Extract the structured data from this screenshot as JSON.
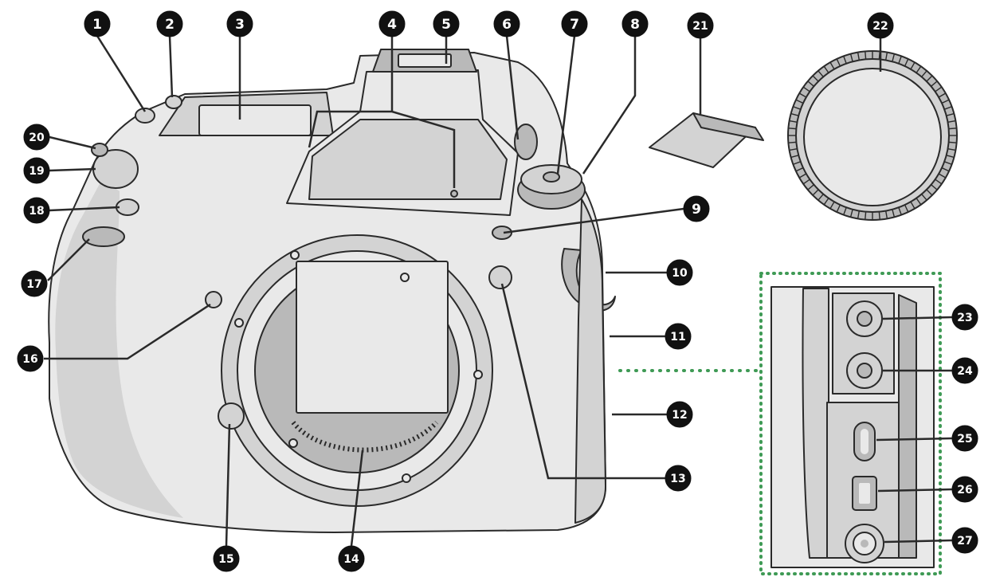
{
  "diagram": {
    "style": {
      "background": "#ffffff",
      "body_fill": "#e9e9e9",
      "body_shade": "#d3d3d3",
      "body_dark": "#b9b9b9",
      "stroke": "#2a2a2a",
      "callout_fill": "#111111",
      "callout_text": "#ffffff",
      "dotted_frame": "#3f9a55"
    },
    "callouts": [
      {
        "label": "1"
      },
      {
        "label": "2"
      },
      {
        "label": "3"
      },
      {
        "label": "4"
      },
      {
        "label": "5"
      },
      {
        "label": "6"
      },
      {
        "label": "7"
      },
      {
        "label": "8"
      },
      {
        "label": "9"
      },
      {
        "label": "10"
      },
      {
        "label": "11"
      },
      {
        "label": "12"
      },
      {
        "label": "13"
      },
      {
        "label": "14"
      },
      {
        "label": "15"
      },
      {
        "label": "16"
      },
      {
        "label": "17"
      },
      {
        "label": "18"
      },
      {
        "label": "19"
      },
      {
        "label": "20"
      },
      {
        "label": "21"
      },
      {
        "label": "22"
      },
      {
        "label": "23"
      },
      {
        "label": "24"
      },
      {
        "label": "25"
      },
      {
        "label": "26"
      },
      {
        "label": "27"
      }
    ]
  }
}
